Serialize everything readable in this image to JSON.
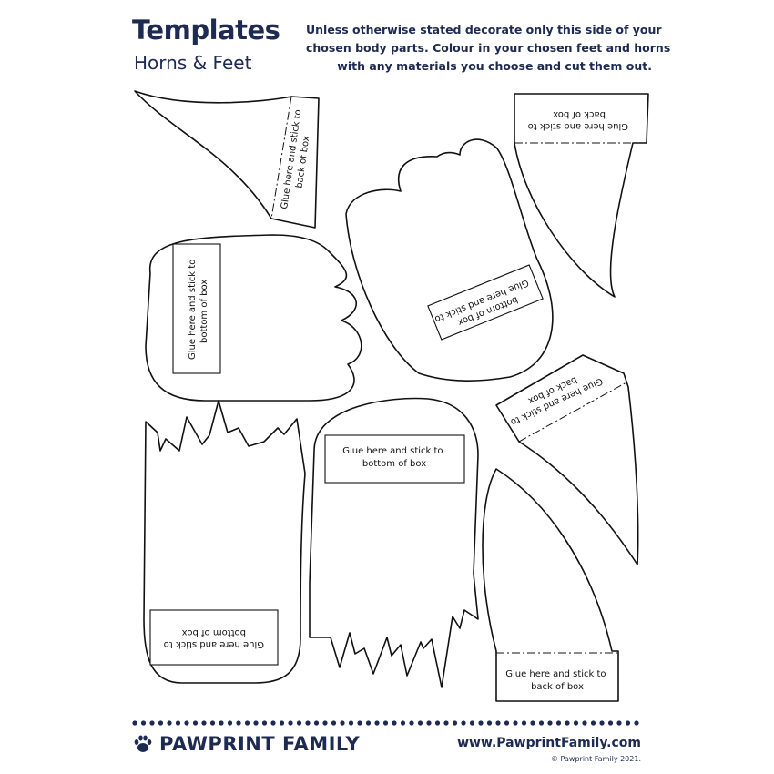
{
  "header": {
    "title": "Templates",
    "subtitle": "Horns & Feet",
    "instructions": [
      "Unless otherwise stated decorate only this side of your",
      "chosen body parts. Colour in your chosen feet and horns",
      "with any materials you choose and cut them out."
    ]
  },
  "labels": {
    "horn_top_left": [
      "Glue here and stick to",
      "back of box"
    ],
    "horn_top_right": [
      "Glue here and stick to",
      "back of box"
    ],
    "foot_left": [
      "Glue here and stick to",
      "bottom of box"
    ],
    "foot_top_right": [
      "Glue here and stick to",
      "bottom of box"
    ],
    "horn_mid_right": [
      "Glue here and stick to",
      "back of box"
    ],
    "foot_bottom_mid": [
      "Glue here and stick to",
      "bottom of box"
    ],
    "foot_bottom_left": [
      "Glue here and stick to",
      "bottom of box"
    ],
    "horn_bottom_right": [
      "Glue here and stick to",
      "back of box"
    ]
  },
  "footer": {
    "brand": "PAWPRINT FAMILY",
    "url": "www.PawprintFamily.com",
    "copyright": "© Pawprint Family 2021."
  },
  "colors": {
    "navy": "#1d2a52",
    "outline": "#111111"
  },
  "icons": {
    "brand_logo": "paw-print-icon"
  }
}
